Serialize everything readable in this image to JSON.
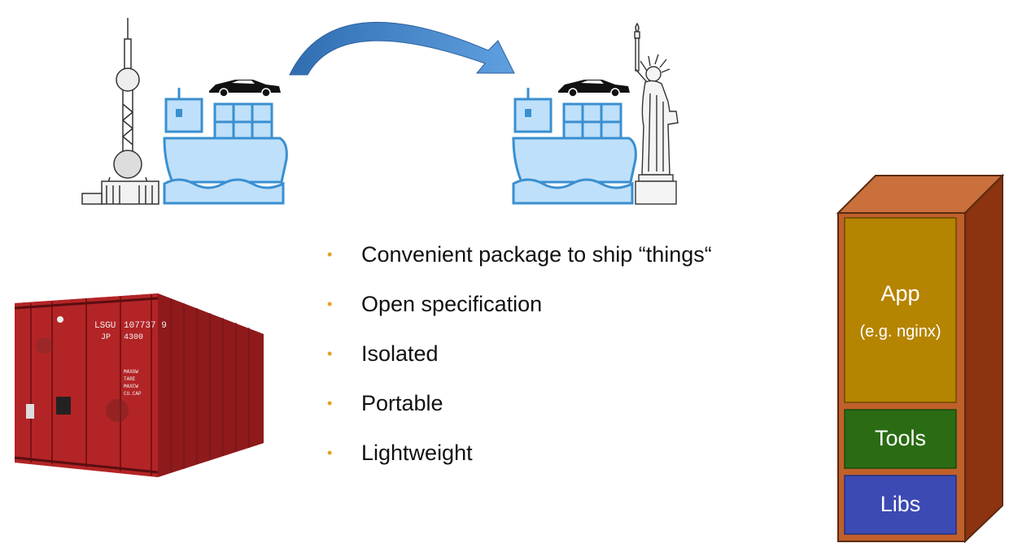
{
  "bullets": [
    "Convenient package to ship “things“",
    "Open specification",
    "Isolated",
    "Portable",
    "Lightweight"
  ],
  "stack": {
    "app_label": "App",
    "app_sublabel": "(e.g. nginx)",
    "tools_label": "Tools",
    "libs_label": "Libs"
  },
  "container_markings": {
    "code": "LSGU",
    "number": "107737 9",
    "origin": "JP",
    "type": "4300",
    "weights": "MAXGW\nTARE\nMAXCW\nCU.CAP"
  },
  "colors": {
    "ship_fill": "#bfe0fa",
    "ship_stroke": "#3a8fd0",
    "arrow": "#3b7fc0",
    "container_red": "#b32426",
    "box_frame": "#c0602a",
    "box_top": "#c9703c",
    "box_side": "#8c3310",
    "app_fill": "#b58400",
    "tools_fill": "#2a6b14",
    "libs_fill": "#3c4ab3",
    "bullet_dot": "#e8a020"
  }
}
